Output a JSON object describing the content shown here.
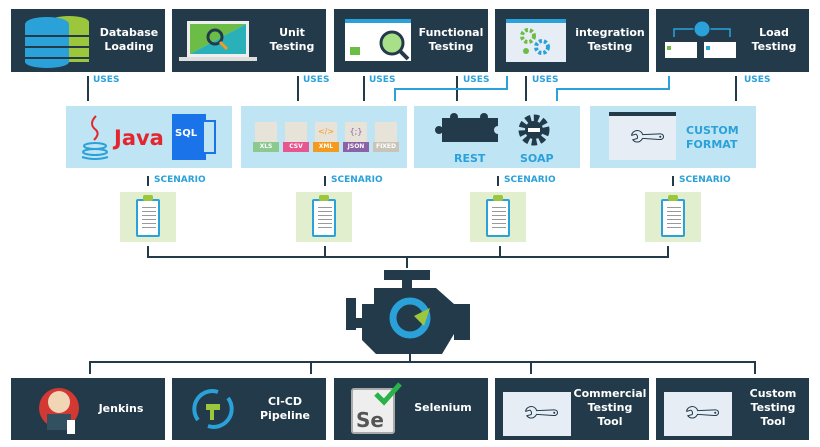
{
  "top_boxes": [
    {
      "label1": "Database",
      "label2": "Loading",
      "icon": "database-icon"
    },
    {
      "label1": "Unit",
      "label2": "Testing",
      "icon": "laptop-search-icon"
    },
    {
      "label1": "Functional",
      "label2": "Testing",
      "icon": "browser-magnifier-icon"
    },
    {
      "label1": "integration",
      "label2": "Testing",
      "icon": "gears-icon"
    },
    {
      "label1": "Load",
      "label2": "Testing",
      "icon": "clock-network-icon"
    }
  ],
  "uses_label": "USES",
  "scenario_label": "SCENARIO",
  "sources": {
    "java": "Java",
    "sql": "SQL",
    "files": [
      {
        "label": "XLS",
        "color": "#8cc98f",
        "glyph": ""
      },
      {
        "label": "CSV",
        "color": "#e6578f",
        "glyph": ""
      },
      {
        "label": "XML",
        "color": "#f39a1f",
        "glyph": "</>"
      },
      {
        "label": "JSON",
        "color": "#8a62a6",
        "glyph": "{;}"
      },
      {
        "label": "FIXED",
        "color": "#c9c4b8",
        "glyph": ""
      }
    ],
    "rest": "REST",
    "soap": "SOAP",
    "custom1": "CUSTOM",
    "custom2": "FORMAT"
  },
  "bottom_boxes": [
    {
      "lines": [
        "Jenkins"
      ],
      "icon": "jenkins-icon"
    },
    {
      "lines": [
        "CI-CD",
        "Pipeline"
      ],
      "icon": "pipeline-icon"
    },
    {
      "lines": [
        "Selenium"
      ],
      "icon": "selenium-icon"
    },
    {
      "lines": [
        "Commercial",
        "Testing",
        "Tool"
      ],
      "icon": "wrench-window-icon"
    },
    {
      "lines": [
        "Custom",
        "Testing",
        "Tool"
      ],
      "icon": "wrench-window-icon"
    }
  ],
  "colors": {
    "dark": "#223a4a",
    "light": "#bfe4f4",
    "accent": "#2aa1d9",
    "green": "#9cc63b"
  }
}
